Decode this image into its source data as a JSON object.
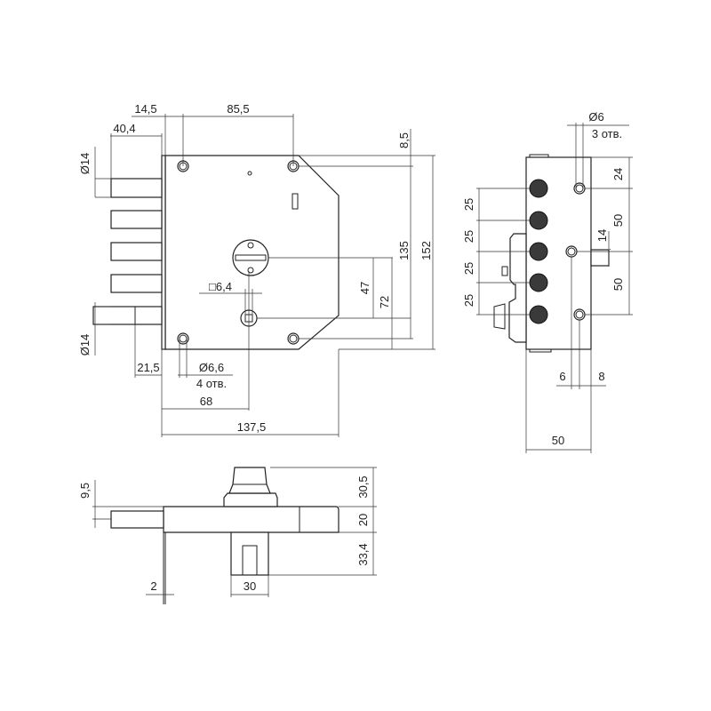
{
  "front_view": {
    "dims": {
      "d14_5": "14,5",
      "d85_5": "85,5",
      "d40_4": "40,4",
      "dia14_top": "Ø14",
      "dia14_bottom": "Ø14",
      "d21_5": "21,5",
      "dia6_6": "Ø6,6",
      "holes4": "4 отв.",
      "d68": "68",
      "d137_5": "137,5",
      "sq6_4": "□6,4",
      "d47": "47",
      "d72": "72",
      "d135": "135",
      "d152": "152",
      "d8_5": "8,5"
    }
  },
  "side_view": {
    "dims": {
      "dia6": "Ø6",
      "holes3": "3 отв.",
      "d24": "24",
      "d50a": "50",
      "d14": "14",
      "d50b": "50",
      "d25a": "25",
      "d25b": "25",
      "d25c": "25",
      "d25d": "25",
      "d6": "6",
      "d8": "8",
      "d50w": "50"
    }
  },
  "bottom_view": {
    "dims": {
      "d9_5": "9,5",
      "d30_5": "30,5",
      "d20": "20",
      "d33_4": "33,4",
      "d2": "2",
      "d30": "30"
    }
  }
}
